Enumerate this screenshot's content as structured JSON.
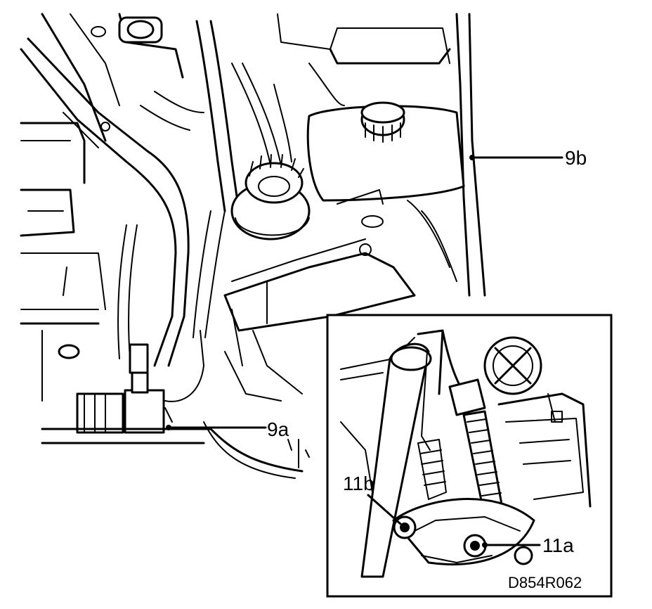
{
  "callouts": {
    "c9b": "9b",
    "c9a": "9a",
    "c11b": "11b",
    "c11a": "11a"
  },
  "reference": "D854R062"
}
